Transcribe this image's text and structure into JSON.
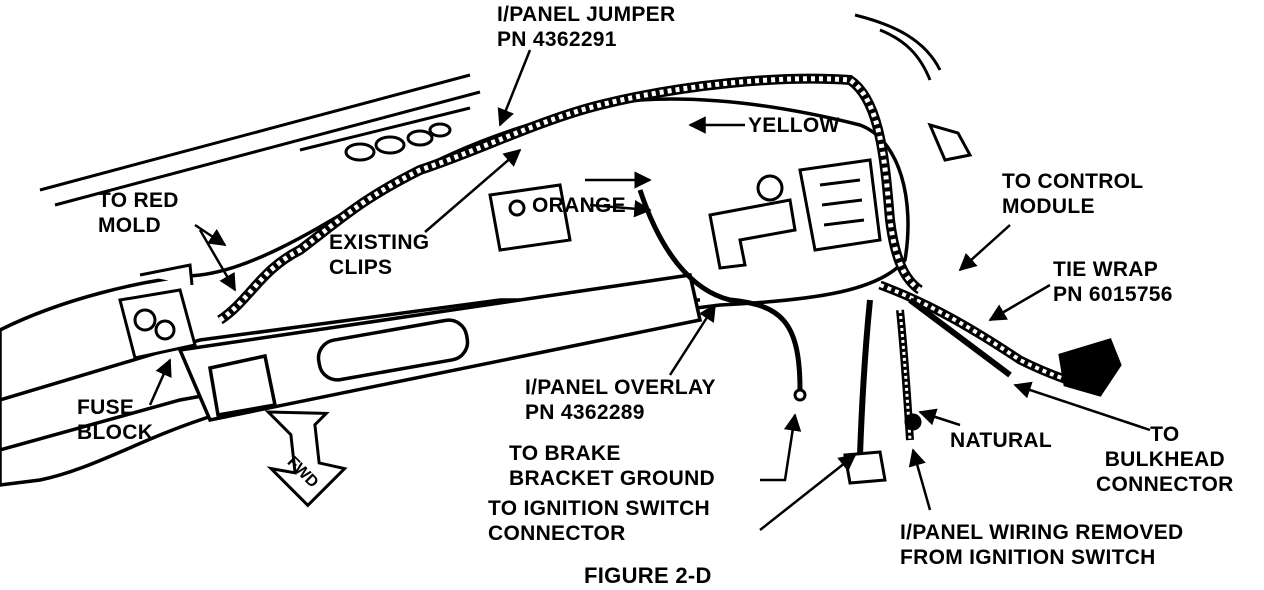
{
  "figure": {
    "caption": "FIGURE 2-D",
    "colors": {
      "ink": "#000000",
      "paper": "#ffffff"
    },
    "labels": {
      "ipanel_jumper": [
        "I/PANEL JUMPER",
        "PN 4362291"
      ],
      "yellow": "YELLOW",
      "to_red_mold": [
        "TO RED",
        "MOLD"
      ],
      "orange": "ORANGE",
      "existing_clips": [
        "EXISTING",
        "CLIPS"
      ],
      "to_control_module": [
        "TO CONTROL",
        "MODULE"
      ],
      "tie_wrap": [
        "TIE WRAP",
        "PN 6015756"
      ],
      "fuse_block": [
        "FUSE",
        "BLOCK"
      ],
      "ipanel_overlay": [
        "I/PANEL OVERLAY",
        "PN 4362289"
      ],
      "to_brake": [
        "TO BRAKE",
        "BRACKET GROUND"
      ],
      "to_ignition": [
        "TO IGNITION SWITCH",
        "CONNECTOR"
      ],
      "natural": "NATURAL",
      "to_bulkhead": [
        "TO",
        "BULKHEAD",
        "CONNECTOR"
      ],
      "ipanel_wiring_removed": [
        "I/PANEL WIRING REMOVED",
        "FROM IGNITION SWITCH"
      ],
      "fwd": "FWD"
    }
  }
}
